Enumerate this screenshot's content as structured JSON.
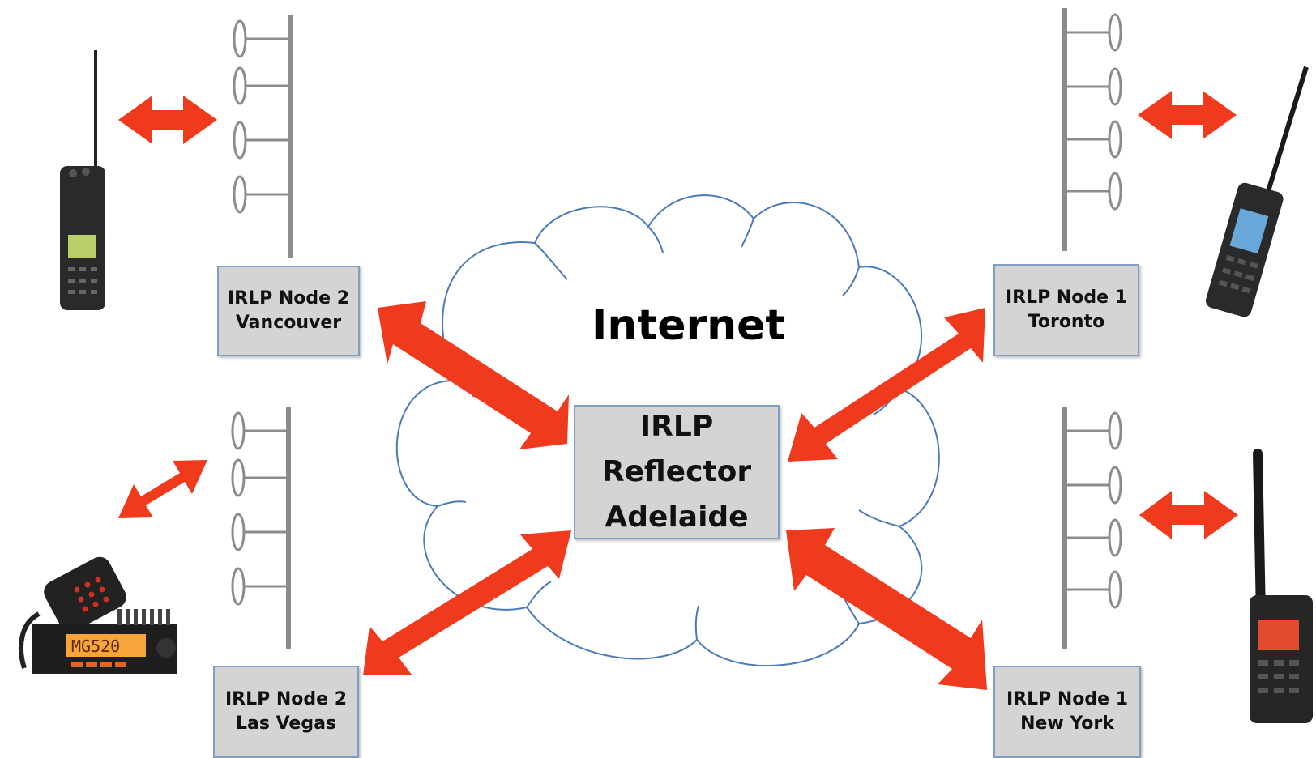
{
  "cloud": {
    "label": "Internet"
  },
  "reflector": {
    "line1": "IRLP",
    "line2": "Reflector",
    "line3": "Adelaide"
  },
  "nodes": {
    "vancouver": {
      "line1": "IRLP Node 2",
      "line2": "Vancouver"
    },
    "las_vegas": {
      "line1": "IRLP Node 2",
      "line2": "Las Vegas"
    },
    "toronto": {
      "line1": "IRLP Node 1",
      "line2": "Toronto"
    },
    "new_york": {
      "line1": "IRLP Node 1",
      "line2": "New York"
    }
  },
  "radios": {
    "top_left": "handheld-radio-icon",
    "bottom_left": "mobile-radio-icon",
    "top_right": "handheld-radio-icon",
    "bottom_right": "handheld-radio-icon",
    "bottom_left_display": "MG520"
  },
  "colors": {
    "arrow": "#f03a1e",
    "box_fill": "#d4d4d4",
    "box_border": "#7f9fc6",
    "cloud_stroke": "#4a7ab8",
    "mast": "#8c8c8c"
  }
}
